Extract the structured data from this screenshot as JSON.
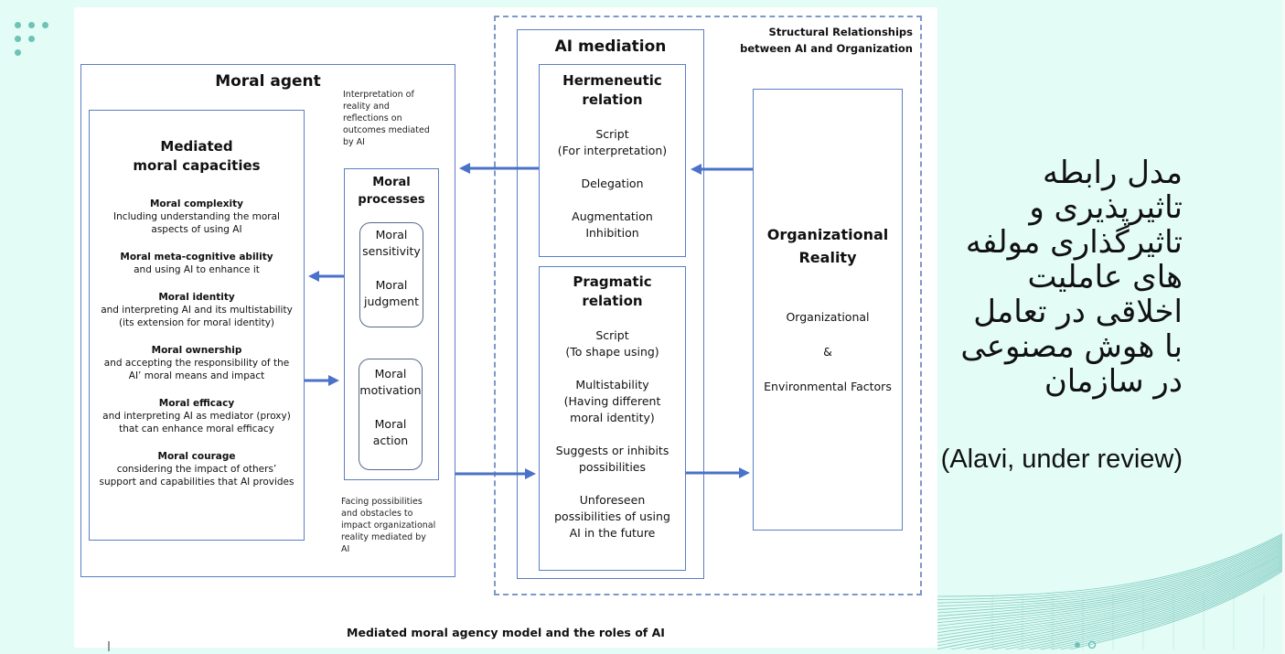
{
  "slide": {
    "persian_title_lines": [
      "مدل رابطه",
      "تاثیرپذیری و",
      "تاثیرگذاری مولفه",
      "های عاملیت",
      "اخلاقی در تعامل",
      "با هوش مصنوعی",
      "در سازمان"
    ],
    "citation": "(Alavi, under review)",
    "colors": {
      "background": "#e3fcf5",
      "accent": "#6ec2b8",
      "box_border": "#5b7ec2",
      "arrow": "#4a72c8"
    }
  },
  "figure": {
    "caption": "Mediated moral agency model and the roles of AI",
    "moral_agent": {
      "title": "Moral agent",
      "capacities": {
        "title_line1": "Mediated",
        "title_line2": "moral capacities",
        "items": [
          {
            "heading": "Moral complexity",
            "lines": [
              "Including understanding the moral",
              "aspects of using AI"
            ]
          },
          {
            "heading": "Moral meta-cognitive ability",
            "lines": [
              "and using AI to enhance it"
            ]
          },
          {
            "heading": "Moral identity",
            "lines": [
              "and interpreting AI and its multistability",
              "(its extension for moral identity)"
            ]
          },
          {
            "heading": "Moral ownership",
            "lines": [
              "and accepting the responsibility of the",
              "AI’ moral means and impact"
            ]
          },
          {
            "heading": "Moral efficacy",
            "lines": [
              "and interpreting AI as mediator (proxy)",
              "that can enhance moral efficacy"
            ]
          },
          {
            "heading": "Moral courage",
            "lines": [
              "considering the impact of others’",
              "support and capabilities that AI provides"
            ]
          }
        ]
      },
      "note_top": [
        "Interpretation of",
        "reality and",
        "reflections on",
        "outcomes mediated",
        "by AI"
      ],
      "note_bottom": [
        "Facing possibilities",
        "and obstacles to",
        "impact organizational",
        "reality mediated by",
        "AI"
      ],
      "processes": {
        "title_line1": "Moral",
        "title_line2": "processes",
        "group1": [
          "Moral",
          "sensitivity",
          "Moral",
          "judgment"
        ],
        "group2": [
          "Moral",
          "motivation",
          "Moral",
          "action"
        ]
      }
    },
    "structural": {
      "title_line1": "Structural Relationships",
      "title_line2": "between AI and Organization"
    },
    "ai_mediation": {
      "title": "AI mediation",
      "hermeneutic": {
        "title_line1": "Hermeneutic",
        "title_line2": "relation",
        "items": [
          [
            "Script",
            "(For interpretation)"
          ],
          [
            "Delegation"
          ],
          [
            "Augmentation",
            "Inhibition"
          ]
        ]
      },
      "pragmatic": {
        "title_line1": "Pragmatic",
        "title_line2": "relation",
        "items": [
          [
            "Script",
            "(To shape using)"
          ],
          [
            "Multistability",
            "(Having different",
            "moral identity)"
          ],
          [
            "Suggests or inhibits",
            "possibilities"
          ],
          [
            "Unforeseen",
            "possibilities of using",
            "AI in the future"
          ]
        ]
      }
    },
    "organizational_reality": {
      "title_line1": "Organizational",
      "title_line2": "Reality",
      "line1": "Organizational",
      "line2": "&",
      "line3": "Environmental Factors"
    }
  }
}
